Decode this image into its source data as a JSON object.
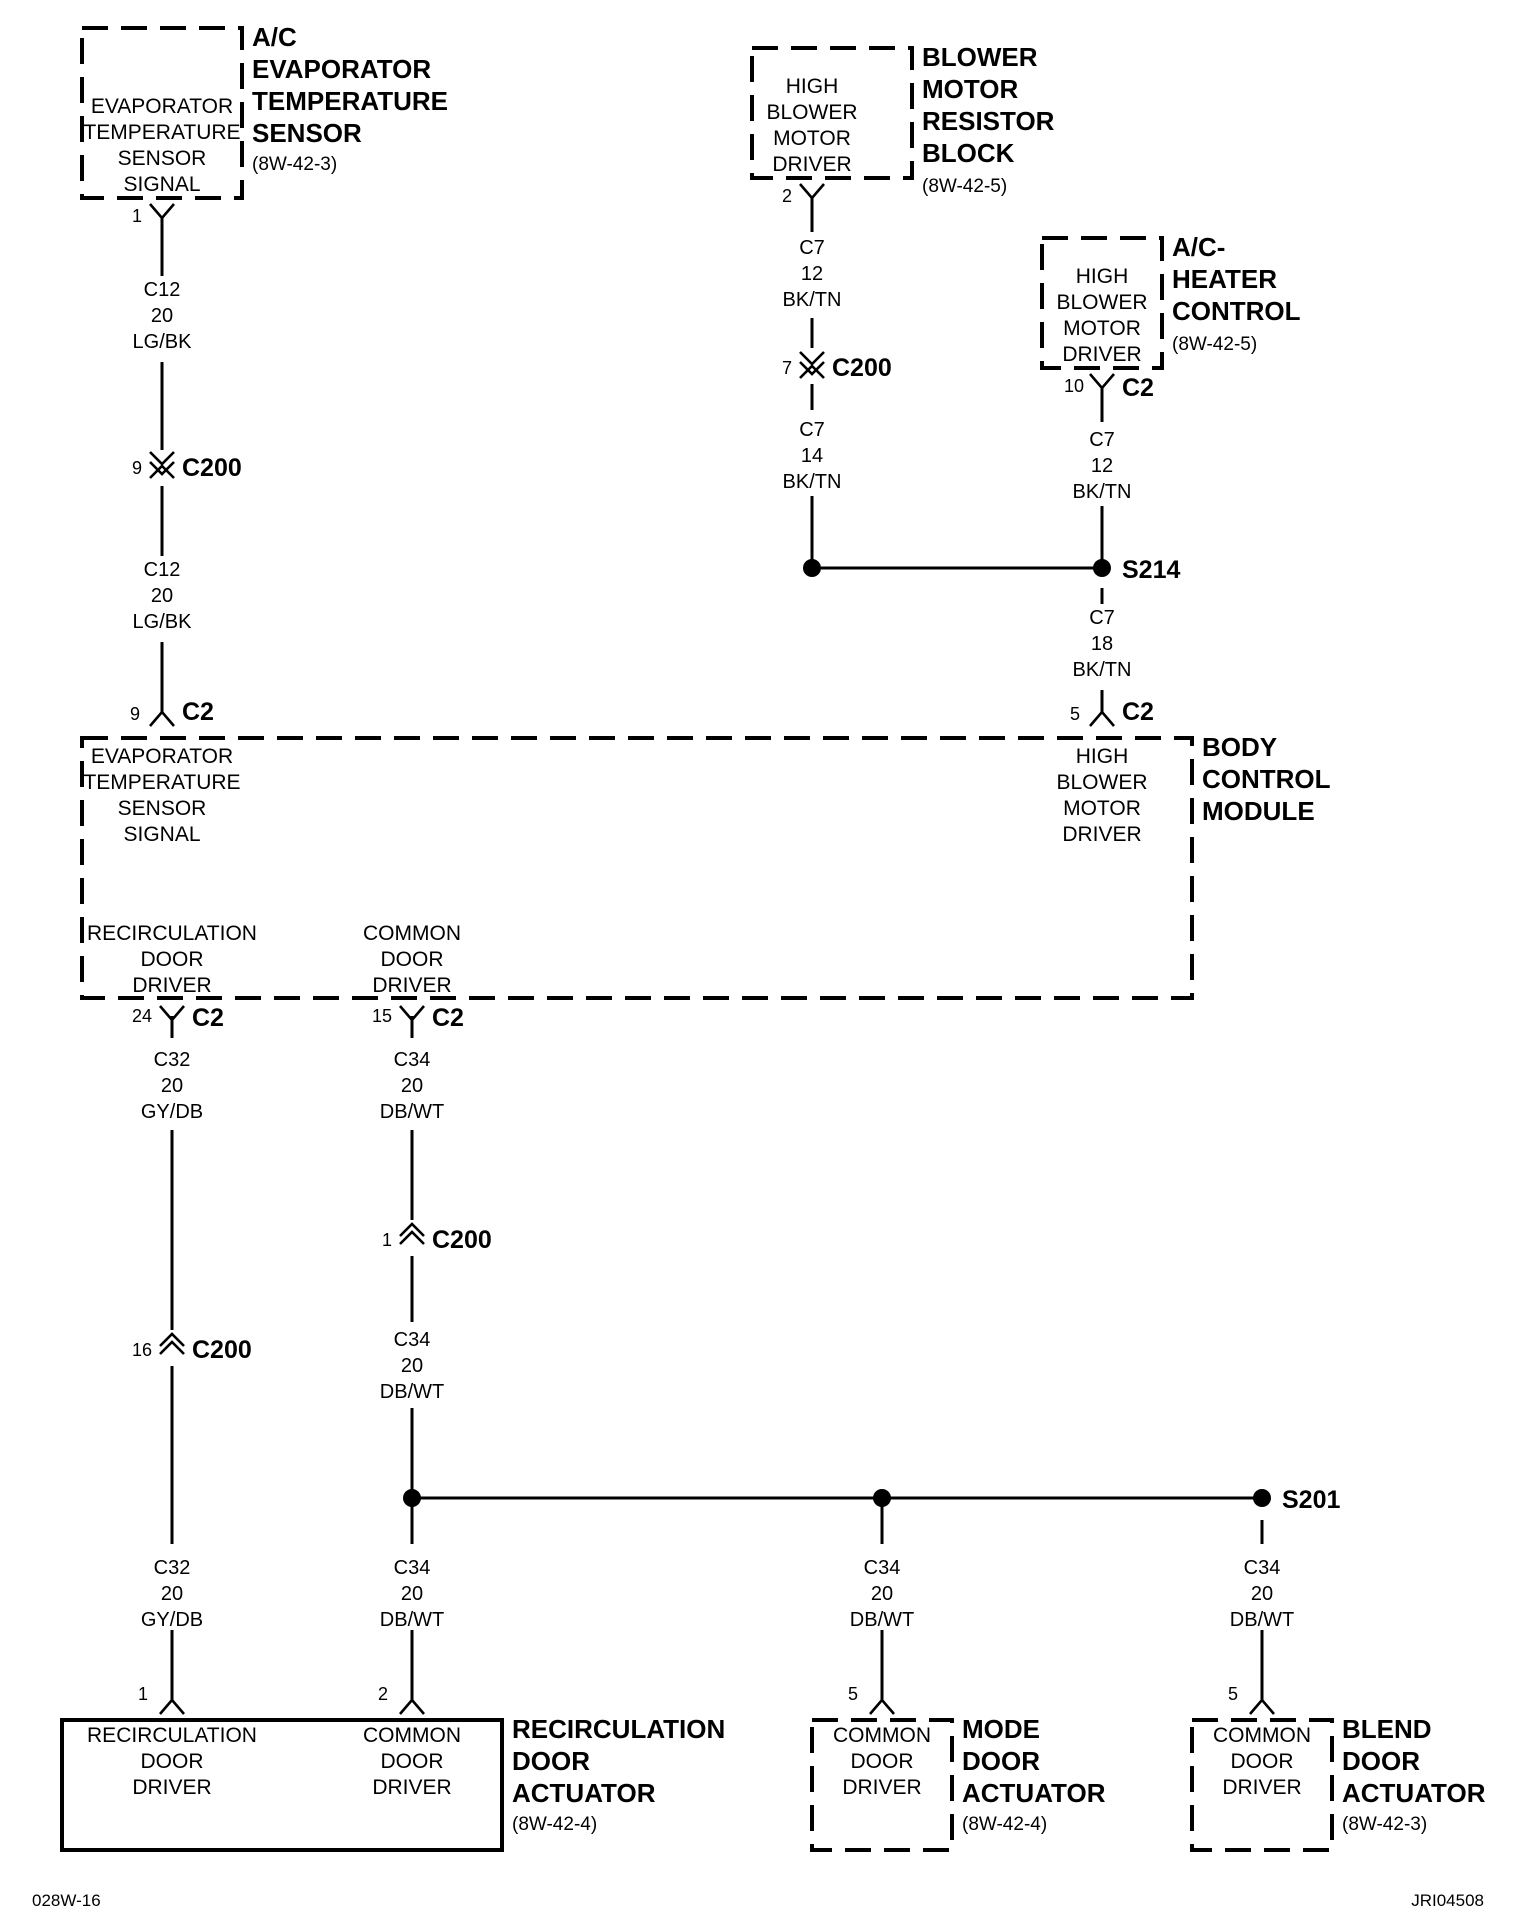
{
  "components": {
    "evap_sensor": {
      "title": [
        "A/C",
        "EVAPORATOR",
        "TEMPERATURE",
        "SENSOR"
      ],
      "ref": "(8W-42-3)",
      "inner": [
        "EVAPORATOR",
        "TEMPERATURE",
        "SENSOR",
        "SIGNAL"
      ]
    },
    "resistor_block": {
      "title": [
        "BLOWER",
        "MOTOR",
        "RESISTOR",
        "BLOCK"
      ],
      "ref": "(8W-42-5)",
      "inner": [
        "HIGH",
        "BLOWER",
        "MOTOR",
        "DRIVER"
      ]
    },
    "heater_control": {
      "title": [
        "A/C-",
        "HEATER",
        "CONTROL"
      ],
      "ref": "(8W-42-5)",
      "inner": [
        "HIGH",
        "BLOWER",
        "MOTOR",
        "DRIVER"
      ]
    },
    "bcm": {
      "title": [
        "BODY",
        "CONTROL",
        "MODULE"
      ],
      "evap_inner": [
        "EVAPORATOR",
        "TEMPERATURE",
        "SENSOR",
        "SIGNAL"
      ],
      "hbm_inner": [
        "HIGH",
        "BLOWER",
        "MOTOR",
        "DRIVER"
      ],
      "recirc_inner": [
        "RECIRCULATION",
        "DOOR",
        "DRIVER"
      ],
      "common_inner": [
        "COMMON",
        "DOOR",
        "DRIVER"
      ]
    },
    "recirc_actuator": {
      "title": [
        "RECIRCULATION",
        "DOOR",
        "ACTUATOR"
      ],
      "ref": "(8W-42-4)",
      "inner_left": [
        "RECIRCULATION",
        "DOOR",
        "DRIVER"
      ],
      "inner_right": [
        "COMMON",
        "DOOR",
        "DRIVER"
      ]
    },
    "mode_actuator": {
      "title": [
        "MODE",
        "DOOR",
        "ACTUATOR"
      ],
      "ref": "(8W-42-4)",
      "inner": [
        "COMMON",
        "DOOR",
        "DRIVER"
      ]
    },
    "blend_actuator": {
      "title": [
        "BLEND",
        "DOOR",
        "ACTUATOR"
      ],
      "ref": "(8W-42-3)",
      "inner": [
        "COMMON",
        "DOOR",
        "DRIVER"
      ]
    }
  },
  "wires": {
    "c12_top": [
      "C12",
      "20",
      "LG/BK"
    ],
    "c12_bottom": [
      "C12",
      "20",
      "LG/BK"
    ],
    "c7_top": [
      "C7",
      "12",
      "BK/TN"
    ],
    "c7_mid": [
      "C7",
      "14",
      "BK/TN"
    ],
    "c7_hc": [
      "C7",
      "12",
      "BK/TN"
    ],
    "c7_bcm": [
      "C7",
      "18",
      "BK/TN"
    ],
    "c32_top": [
      "C32",
      "20",
      "GY/DB"
    ],
    "c32_bottom": [
      "C32",
      "20",
      "GY/DB"
    ],
    "c34_top": [
      "C34",
      "20",
      "DB/WT"
    ],
    "c34_mid": [
      "C34",
      "20",
      "DB/WT"
    ],
    "c34_low": [
      "C34",
      "20",
      "DB/WT"
    ],
    "c34_mode": [
      "C34",
      "20",
      "DB/WT"
    ],
    "c34_blend": [
      "C34",
      "20",
      "DB/WT"
    ]
  },
  "connectors": {
    "evap_pin": "1",
    "c200_evap_pin": "9",
    "c200_evap": "C200",
    "bcm_evap_pin": "9",
    "bcm_evap_conn": "C2",
    "rb_pin": "2",
    "c200_rb_pin": "7",
    "c200_rb": "C200",
    "hc_pin": "10",
    "hc_conn": "C2",
    "splice_s214": "S214",
    "bcm_hbm_pin": "5",
    "bcm_hbm_conn": "C2",
    "bcm_recirc_pin": "24",
    "bcm_recirc_conn": "C2",
    "bcm_common_pin": "15",
    "bcm_common_conn": "C2",
    "c200_common_pin": "1",
    "c200_common": "C200",
    "c200_recirc_pin": "16",
    "c200_recirc": "C200",
    "splice_s201": "S201",
    "ra_pin1": "1",
    "ra_pin2": "2",
    "mode_pin": "5",
    "blend_pin": "5"
  },
  "footer": {
    "left": "028W-16",
    "right": "JRI04508"
  }
}
